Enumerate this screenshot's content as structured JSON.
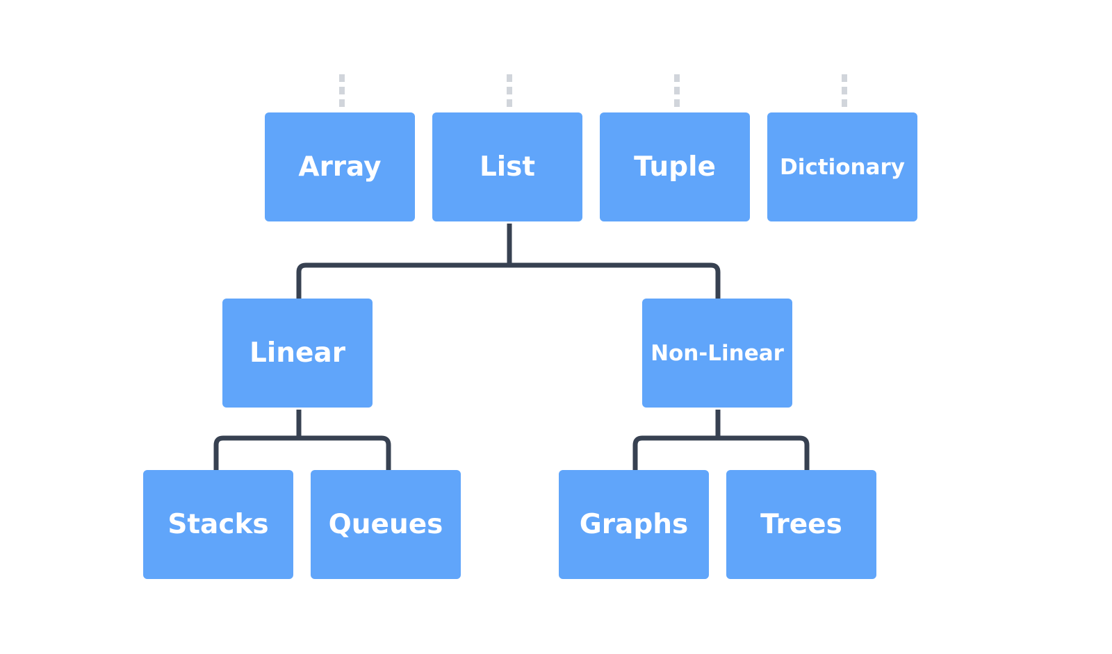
{
  "diagram": {
    "colors": {
      "node_fill": "#60a5fa",
      "node_text": "#ffffff",
      "connector": "#374151",
      "stub": "#d1d5db"
    },
    "top_row": [
      {
        "label": "Array"
      },
      {
        "label": "List"
      },
      {
        "label": "Tuple"
      },
      {
        "label": "Dictionary"
      }
    ],
    "middle_row": [
      {
        "label": "Linear"
      },
      {
        "label": "Non-Linear"
      }
    ],
    "bottom_row": [
      {
        "label": "Stacks"
      },
      {
        "label": "Queues"
      },
      {
        "label": "Graphs"
      },
      {
        "label": "Trees"
      }
    ]
  }
}
